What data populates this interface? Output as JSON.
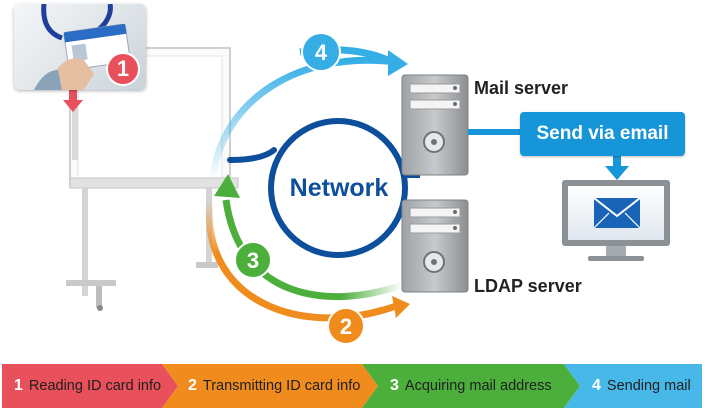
{
  "labels": {
    "mail_server": "Mail server",
    "ldap_server": "LDAP server",
    "network": "Network",
    "send_via_email": "Send via email"
  },
  "badges": [
    "1",
    "2",
    "3",
    "4"
  ],
  "steps": [
    {
      "num": "1",
      "label": "Reading ID card info",
      "color": "#e8505b"
    },
    {
      "num": "2",
      "label": "Transmitting ID card info",
      "color": "#f08c1e"
    },
    {
      "num": "3",
      "label": "Acquiring mail address",
      "color": "#4caf3c"
    },
    {
      "num": "4",
      "label": "Sending mail",
      "color": "#48b8e8"
    }
  ],
  "colors": {
    "network_ring": "#0d4f9c",
    "arrow_orange": "#f08c1e",
    "arrow_green": "#4caf3c",
    "arrow_blue": "#35aee6",
    "arrow_red": "#e8505b",
    "send_box": "#1696d9",
    "server": "#8b8f93"
  }
}
